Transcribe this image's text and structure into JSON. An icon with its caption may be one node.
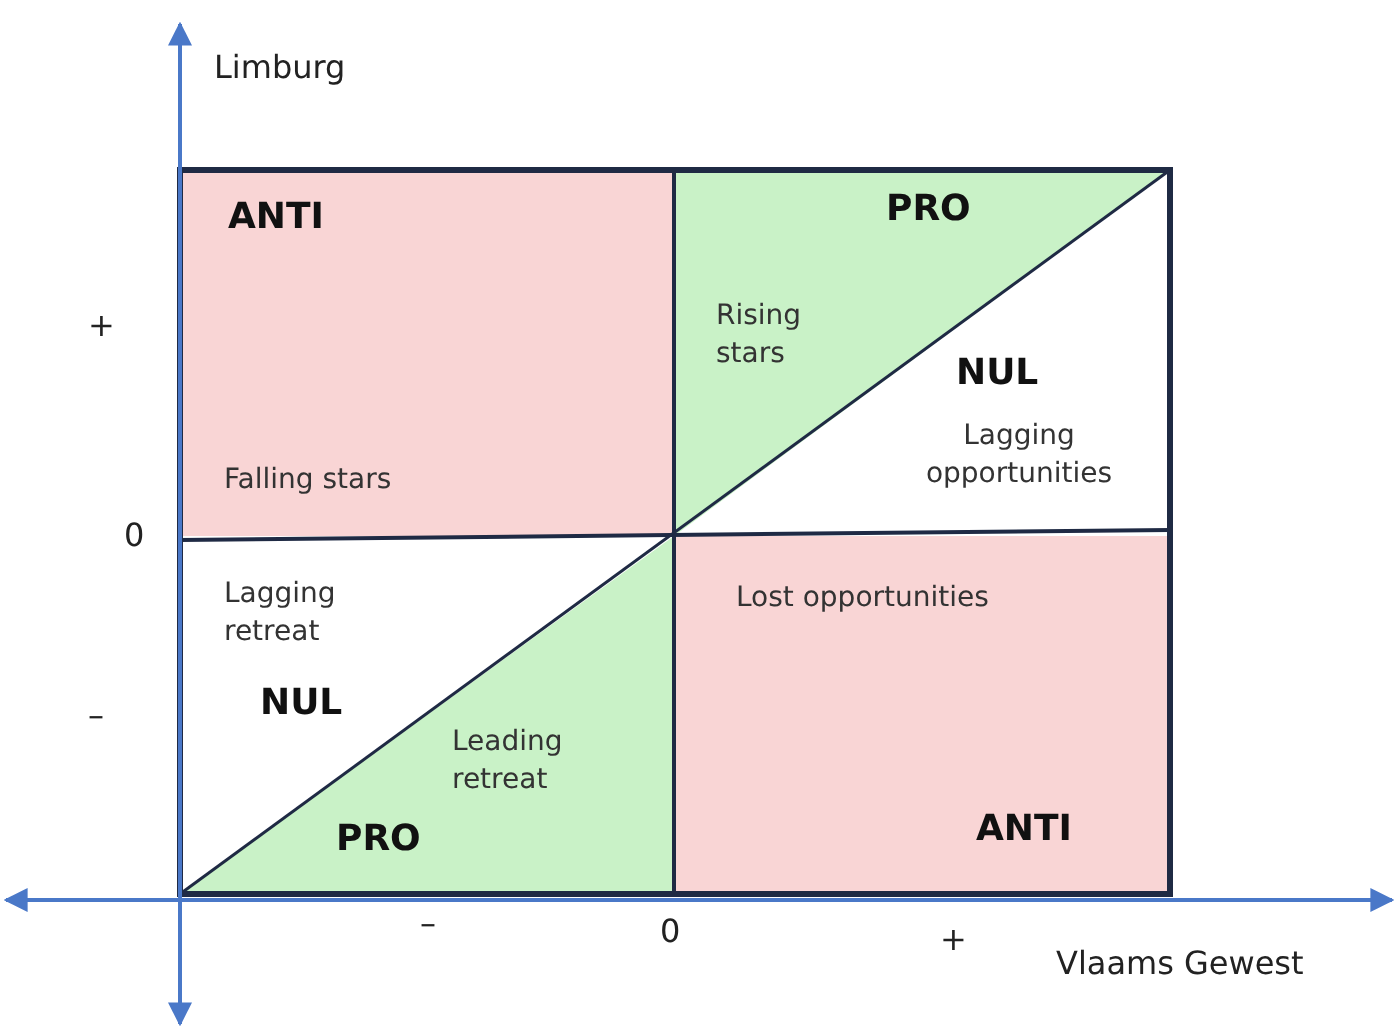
{
  "diagram": {
    "nodes": [
      {
        "text": [
          "ANTI",
          "Falling stars"
        ]
      },
      {
        "text": [
          "PRO",
          "Rising stars"
        ]
      },
      {
        "text": [
          "NUL",
          "Lagging opportunities"
        ],
        "in": 1
      },
      {
        "text": [
          "Leading retreat",
          "PRO"
        ]
      },
      {
        "text": [
          "Lagging retreat",
          "NUL"
        ],
        "in": 3
      },
      {
        "text": [
          "Lost opportunities",
          "ANTI"
        ]
      }
    ],
    "edges": [],
    "labels": [
      "Limburg",
      "+",
      "0",
      "–",
      "–",
      "0",
      "+",
      "Vlaams Gewest"
    ]
  }
}
